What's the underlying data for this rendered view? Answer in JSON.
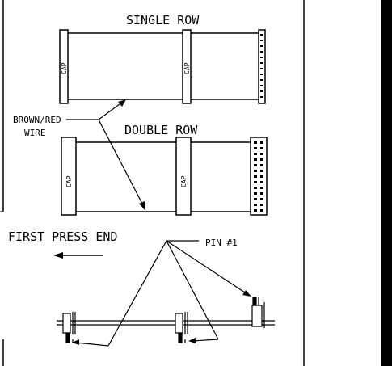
{
  "labels": {
    "single_row": "SINGLE ROW",
    "double_row": "DOUBLE ROW",
    "brown_red": "BROWN/RED",
    "wire": "WIRE",
    "first_press_end": "FIRST PRESS END",
    "pin1": "PIN #1",
    "cap": "CAP"
  },
  "colors": {
    "ink": "#000000",
    "background": "#ffffff"
  }
}
